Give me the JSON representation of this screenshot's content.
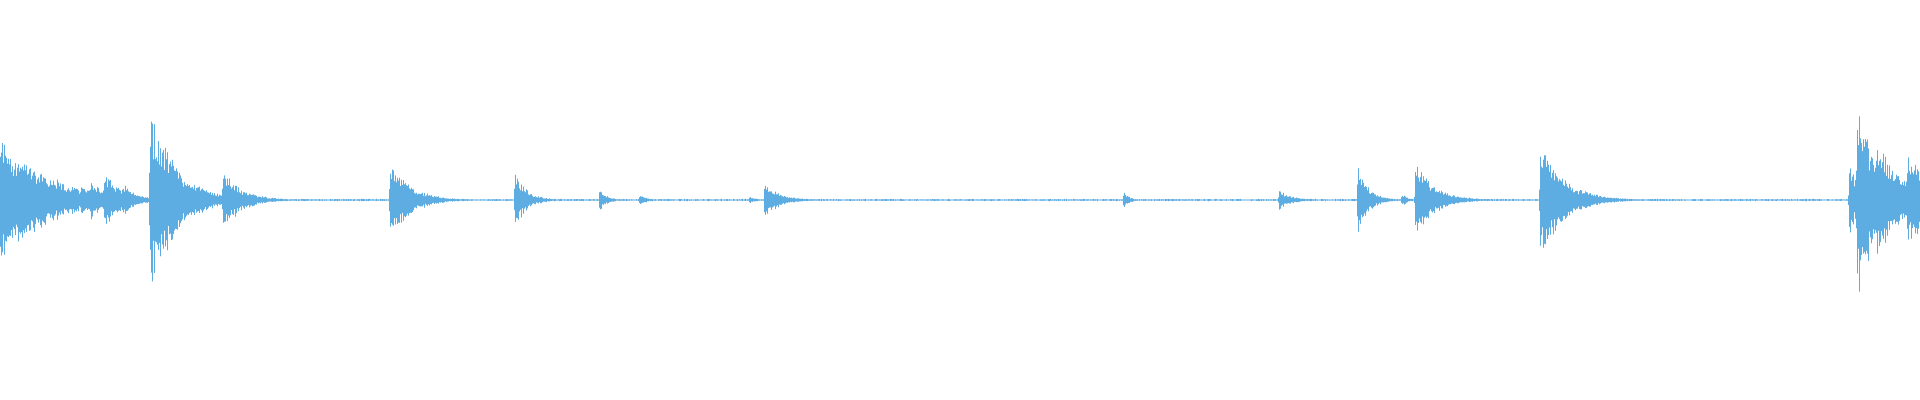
{
  "waveform": {
    "color": "#5dade2",
    "baseline_level": 0.006,
    "bursts": [
      {
        "t": 0.0,
        "amp": 0.34,
        "decay": 0.025
      },
      {
        "t": 0.004,
        "amp": 0.12,
        "decay": 0.01
      },
      {
        "t": 0.01,
        "amp": 0.1,
        "decay": 0.008
      },
      {
        "t": 0.042,
        "amp": 0.09,
        "decay": 0.006
      },
      {
        "t": 0.047,
        "amp": 0.12,
        "decay": 0.006
      },
      {
        "t": 0.054,
        "amp": 0.16,
        "decay": 0.01
      },
      {
        "t": 0.06,
        "amp": 0.08,
        "decay": 0.006
      },
      {
        "t": 0.064,
        "amp": 0.09,
        "decay": 0.006
      },
      {
        "t": 0.078,
        "amp": 0.48,
        "decay": 0.014
      },
      {
        "t": 0.082,
        "amp": 0.14,
        "decay": 0.006
      },
      {
        "t": 0.116,
        "amp": 0.16,
        "decay": 0.01
      },
      {
        "t": 0.203,
        "amp": 0.24,
        "decay": 0.01
      },
      {
        "t": 0.268,
        "amp": 0.16,
        "decay": 0.006
      },
      {
        "t": 0.312,
        "amp": 0.06,
        "decay": 0.004
      },
      {
        "t": 0.333,
        "amp": 0.04,
        "decay": 0.003
      },
      {
        "t": 0.39,
        "amp": 0.02,
        "decay": 0.004
      },
      {
        "t": 0.398,
        "amp": 0.1,
        "decay": 0.008
      },
      {
        "t": 0.585,
        "amp": 0.05,
        "decay": 0.003
      },
      {
        "t": 0.666,
        "amp": 0.06,
        "decay": 0.006
      },
      {
        "t": 0.707,
        "amp": 0.18,
        "decay": 0.006
      },
      {
        "t": 0.73,
        "amp": 0.04,
        "decay": 0.003
      },
      {
        "t": 0.737,
        "amp": 0.2,
        "decay": 0.01
      },
      {
        "t": 0.802,
        "amp": 0.32,
        "decay": 0.012
      },
      {
        "t": 0.963,
        "amp": 0.18,
        "decay": 0.008
      },
      {
        "t": 0.967,
        "amp": 0.58,
        "decay": 0.01
      },
      {
        "t": 0.971,
        "amp": 0.28,
        "decay": 0.008
      },
      {
        "t": 0.977,
        "amp": 0.34,
        "decay": 0.012
      },
      {
        "t": 0.986,
        "amp": 0.18,
        "decay": 0.01
      },
      {
        "t": 0.993,
        "amp": 0.26,
        "decay": 0.01
      },
      {
        "t": 0.997,
        "amp": 0.22,
        "decay": 0.01
      }
    ]
  }
}
